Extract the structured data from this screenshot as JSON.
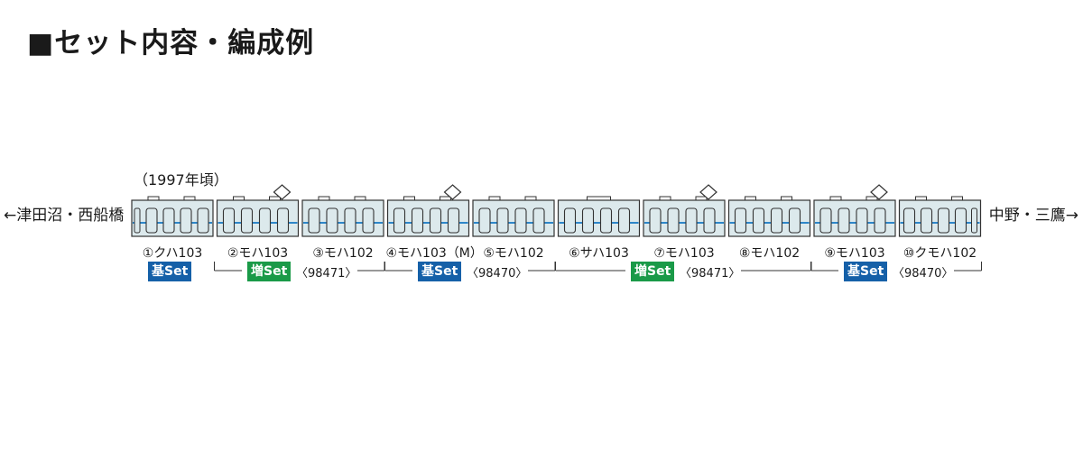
{
  "header": {
    "title": "■セット内容・編成例"
  },
  "era_label": "（1997年頃）",
  "destinations": {
    "left": "←津田沼・西船橋",
    "right": "中野・三鷹→"
  },
  "colors": {
    "body": "#dce9ec",
    "stripe": "#2e86c9",
    "kiset": "#1560a8",
    "zoset": "#1a9a48",
    "outline": "#333333"
  },
  "cars": [
    {
      "label": "①クハ103",
      "type": "cab-left",
      "pantograph": false
    },
    {
      "label": "②モハ103",
      "type": "middle",
      "pantograph": true
    },
    {
      "label": "③モハ102",
      "type": "middle",
      "pantograph": false
    },
    {
      "label": "④モハ103（M）",
      "type": "middle",
      "pantograph": true
    },
    {
      "label": "⑤モハ102",
      "type": "middle",
      "pantograph": false
    },
    {
      "label": "⑥サハ103",
      "type": "middle",
      "pantograph": false
    },
    {
      "label": "⑦モハ103",
      "type": "middle",
      "pantograph": true
    },
    {
      "label": "⑧モハ102",
      "type": "middle",
      "pantograph": false
    },
    {
      "label": "⑨モハ103",
      "type": "middle",
      "pantograph": true
    },
    {
      "label": "⑩クモハ102",
      "type": "cab-right",
      "pantograph": false
    }
  ],
  "sets": [
    {
      "badge": "基Set",
      "kind": "kiset",
      "code": "",
      "from": 0,
      "to": 0
    },
    {
      "badge": "増Set",
      "kind": "zoset",
      "code": "〈98471〉",
      "from": 1,
      "to": 2
    },
    {
      "badge": "基Set",
      "kind": "kiset",
      "code": "〈98470〉",
      "from": 3,
      "to": 4
    },
    {
      "badge": "増Set",
      "kind": "zoset",
      "code": "〈98471〉",
      "from": 5,
      "to": 7
    },
    {
      "badge": "基Set",
      "kind": "kiset",
      "code": "〈98470〉",
      "from": 8,
      "to": 9
    }
  ]
}
